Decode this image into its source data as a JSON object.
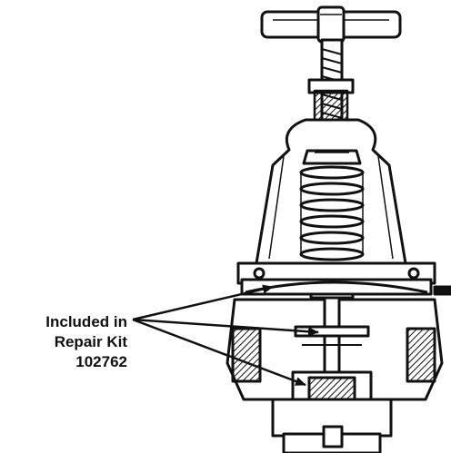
{
  "callout": {
    "line1": "Included in",
    "line2": "Repair Kit",
    "line3": "102762"
  },
  "colors": {
    "ink": "#111111",
    "paper": "#ffffff",
    "shade": "#444444"
  }
}
